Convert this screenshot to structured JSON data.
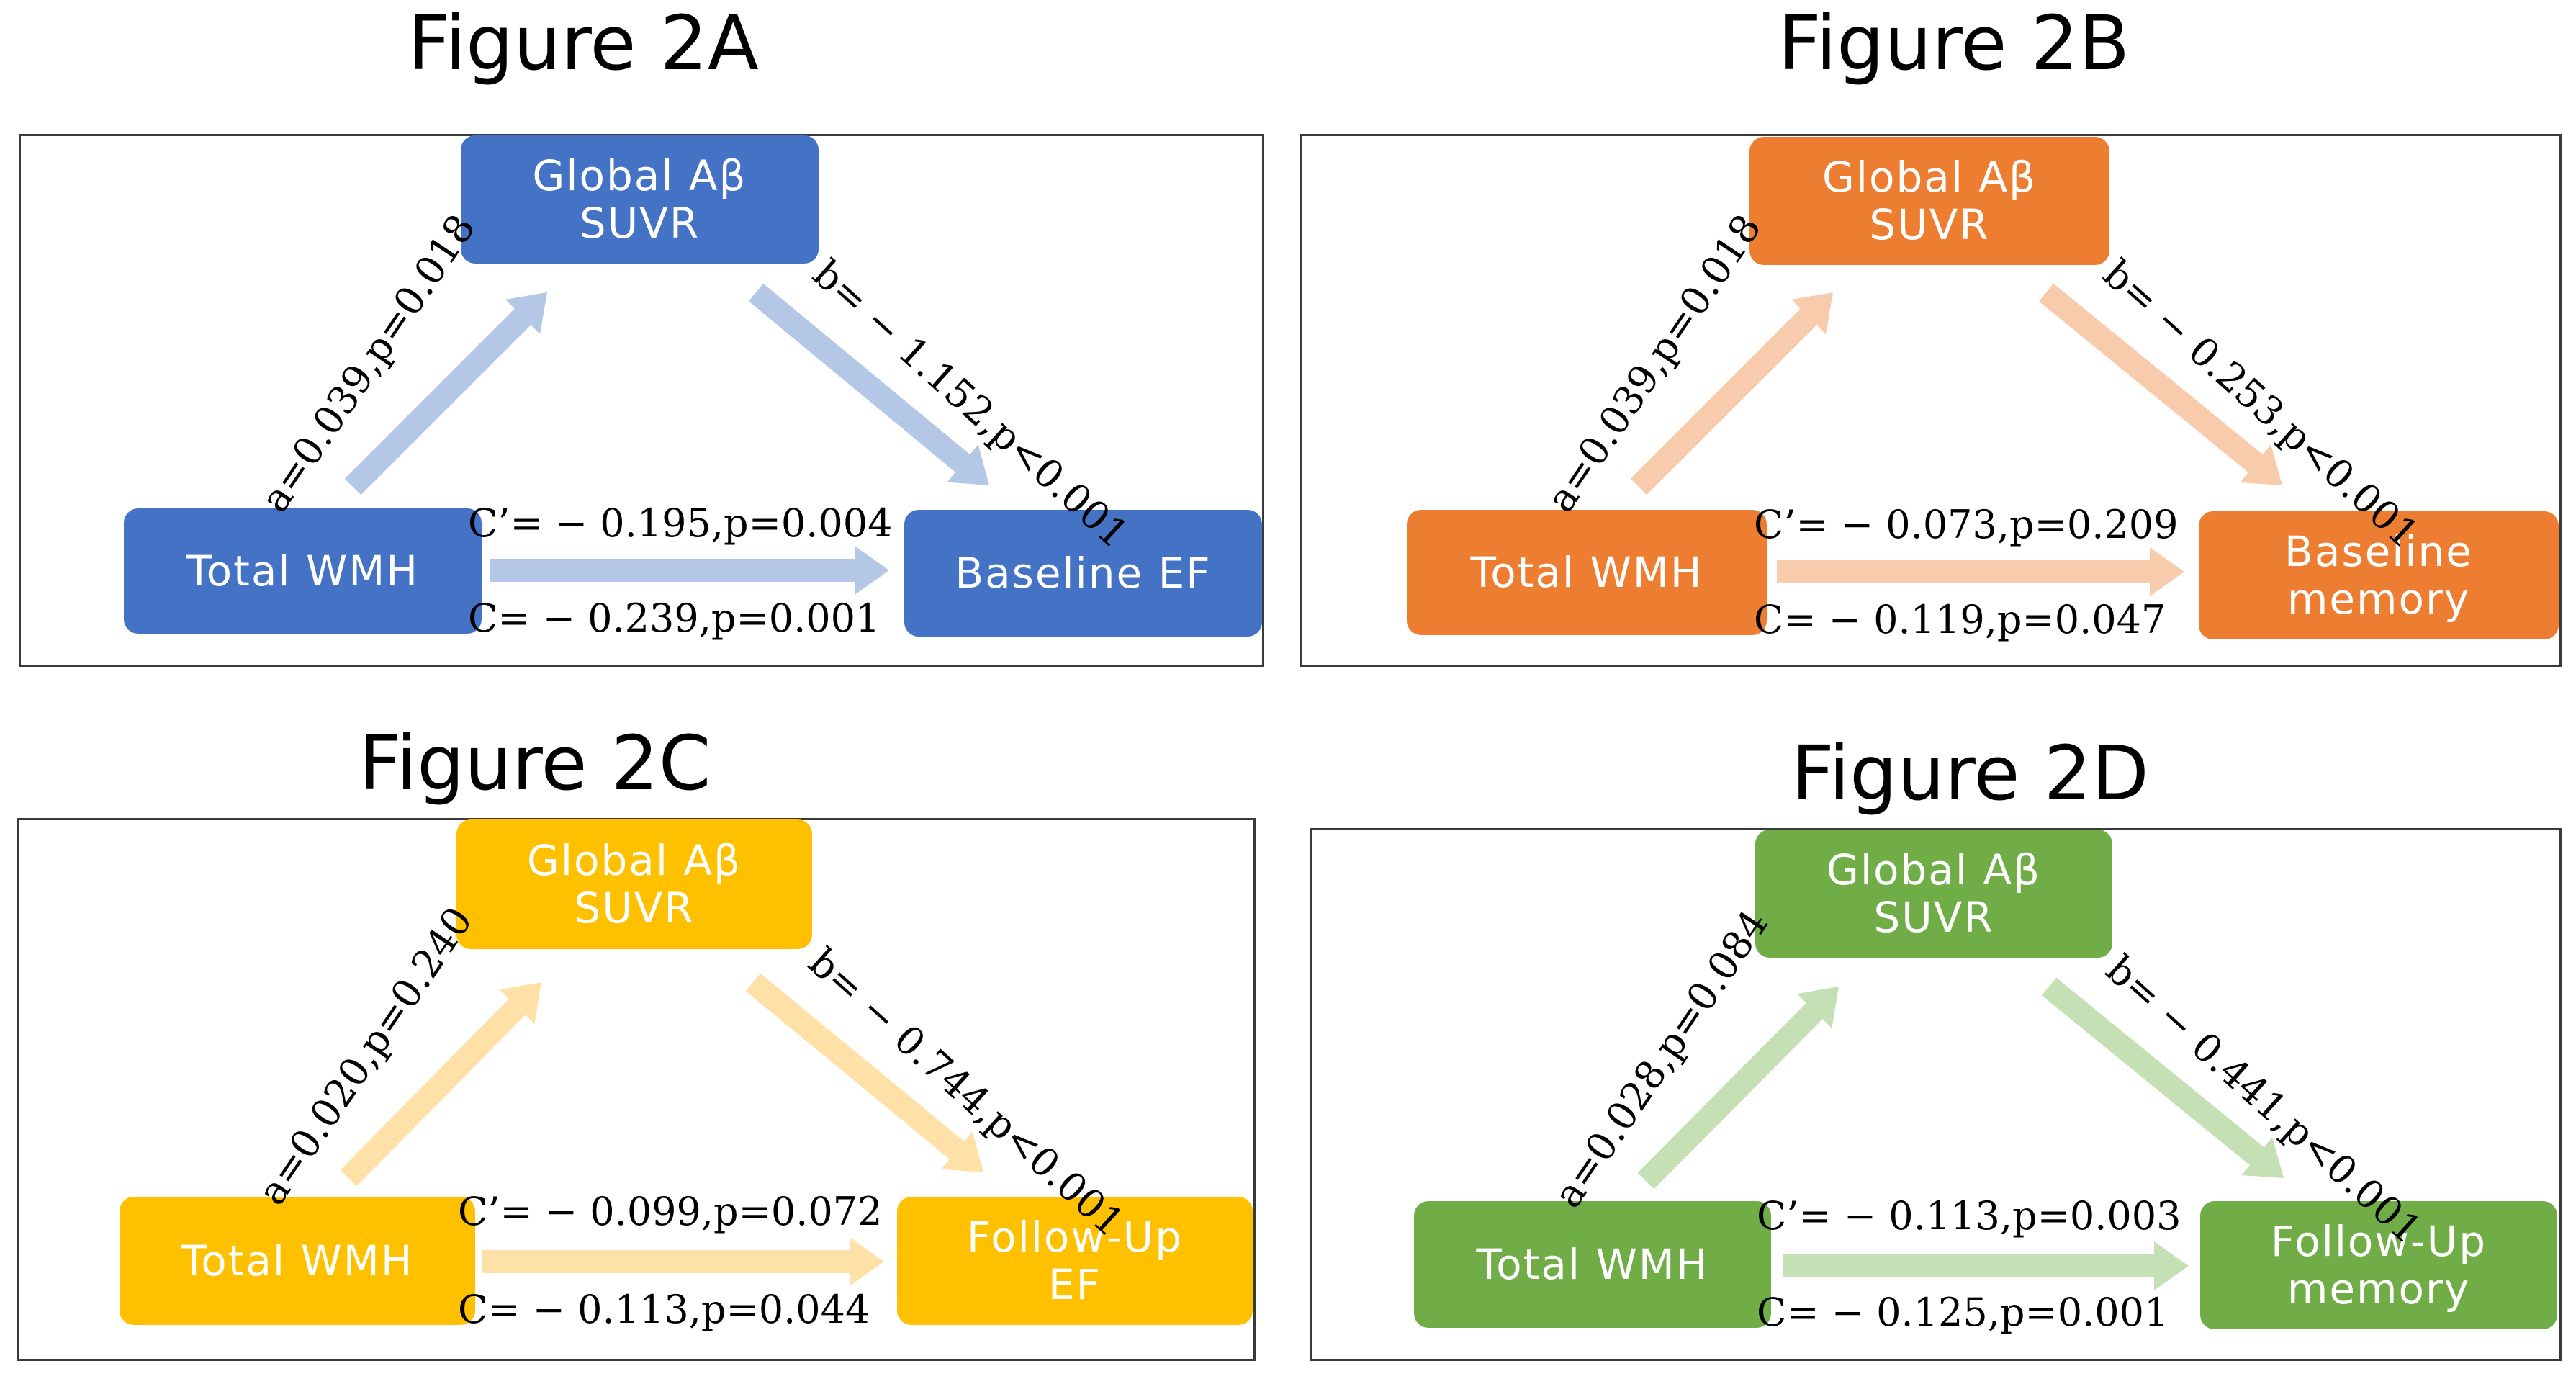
{
  "panels": [
    {
      "title": "Figure 2A",
      "color": "#4472C4",
      "arrow_color": "#B4C7E7",
      "mediator": [
        "Global Aβ",
        "SUVR"
      ],
      "predictor": "Total WMH",
      "outcome": [
        "Baseline EF"
      ],
      "a_path": "a=0.039,p=0.018",
      "b_path": "b= − 1.152,p<0.001",
      "c_prime": "C’= − 0.195,p=0.004",
      "c_total": "C= − 0.239,p=0.001"
    },
    {
      "title": "Figure 2B",
      "color": "#ED7D31",
      "arrow_color": "#F8CBAD",
      "mediator": [
        "Global Aβ",
        "SUVR"
      ],
      "predictor": "Total WMH",
      "outcome": [
        "Baseline",
        "memory"
      ],
      "a_path": "a=0.039,p=0.018",
      "b_path": "b= − 0.253,p<0.001",
      "c_prime": "C’= − 0.073,p=0.209",
      "c_total": "C= − 0.119,p=0.047"
    },
    {
      "title": "Figure 2C",
      "color": "#FFC000",
      "arrow_color": "#FFE0A6",
      "mediator": [
        "Global Aβ",
        "SUVR"
      ],
      "predictor": "Total WMH",
      "outcome": [
        "Follow-Up",
        "EF"
      ],
      "a_path": "a=0.020,p=0.240",
      "b_path": "b= − 0.744,p<0.001",
      "c_prime": "C’= − 0.099,p=0.072",
      "c_total": "C= − 0.113,p=0.044"
    },
    {
      "title": "Figure 2D",
      "color": "#70AD47",
      "arrow_color": "#C5E0B4",
      "mediator": [
        "Global Aβ",
        "SUVR"
      ],
      "predictor": "Total WMH",
      "outcome": [
        "Follow-Up",
        "memory"
      ],
      "a_path": "a=0.028,p=0.084",
      "b_path": "b= − 0.441,p<0.001",
      "c_prime": "C’= − 0.113,p=0.003",
      "c_total": "C= − 0.125,p=0.001"
    }
  ]
}
